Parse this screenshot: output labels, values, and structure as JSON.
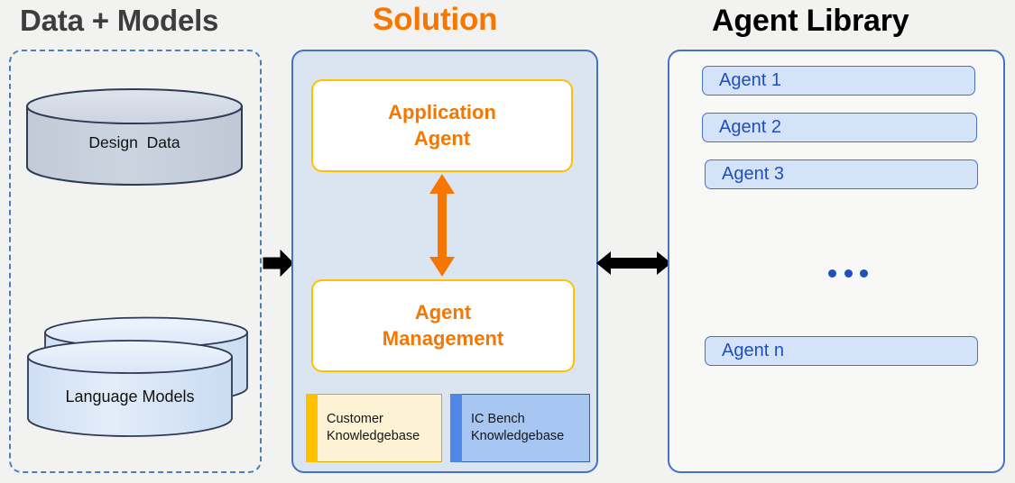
{
  "columns": {
    "data_models": {
      "title": "Data + Models",
      "stores": [
        {
          "label": "Design  Data",
          "shape": "cylinder",
          "fill": "#c7cfdb"
        },
        {
          "label": "Language Models",
          "shape": "stacked-cylinder",
          "fill": "#dbe7f6"
        }
      ]
    },
    "solution": {
      "title": "Solution",
      "accent_color": "#f57600",
      "panel_fill": "#dbe5f1",
      "panel_border": "#4472c4",
      "boxes": [
        {
          "label": "Application\nAgent",
          "line1": "Application",
          "line2": "Agent"
        },
        {
          "label": "Agent\nManagement",
          "line1": "Agent",
          "line2": "Management"
        }
      ],
      "knowledgebases": [
        {
          "line1": "Customer",
          "line2": "Knowledgebase",
          "bar_color": "#ffc000",
          "fill": "#fdf3d4"
        },
        {
          "line1": "IC Bench",
          "line2": "Knowledgebase",
          "bar_color": "#4f86e8",
          "fill": "#a7c6f2"
        }
      ]
    },
    "agent_library": {
      "title": "Agent Library",
      "panel_border": "#4472c4",
      "pill_fill": "#d4e3f7",
      "pill_text_color": "#1f4fbf",
      "agents": [
        {
          "label": "Agent 1"
        },
        {
          "label": "Agent 2"
        },
        {
          "label": "Agent 3"
        },
        {
          "label": "Agent n"
        }
      ],
      "ellipsis": "..."
    }
  },
  "connectors": {
    "data_to_solution": {
      "icon": "arrow-right-icon",
      "color": "#000000",
      "direction": "right"
    },
    "solution_to_library": {
      "icon": "arrow-left-right-icon",
      "color": "#000000",
      "direction": "bidirectional"
    },
    "application_to_management": {
      "icon": "arrow-up-down-icon",
      "color": "#f57600",
      "direction": "bidirectional"
    }
  }
}
